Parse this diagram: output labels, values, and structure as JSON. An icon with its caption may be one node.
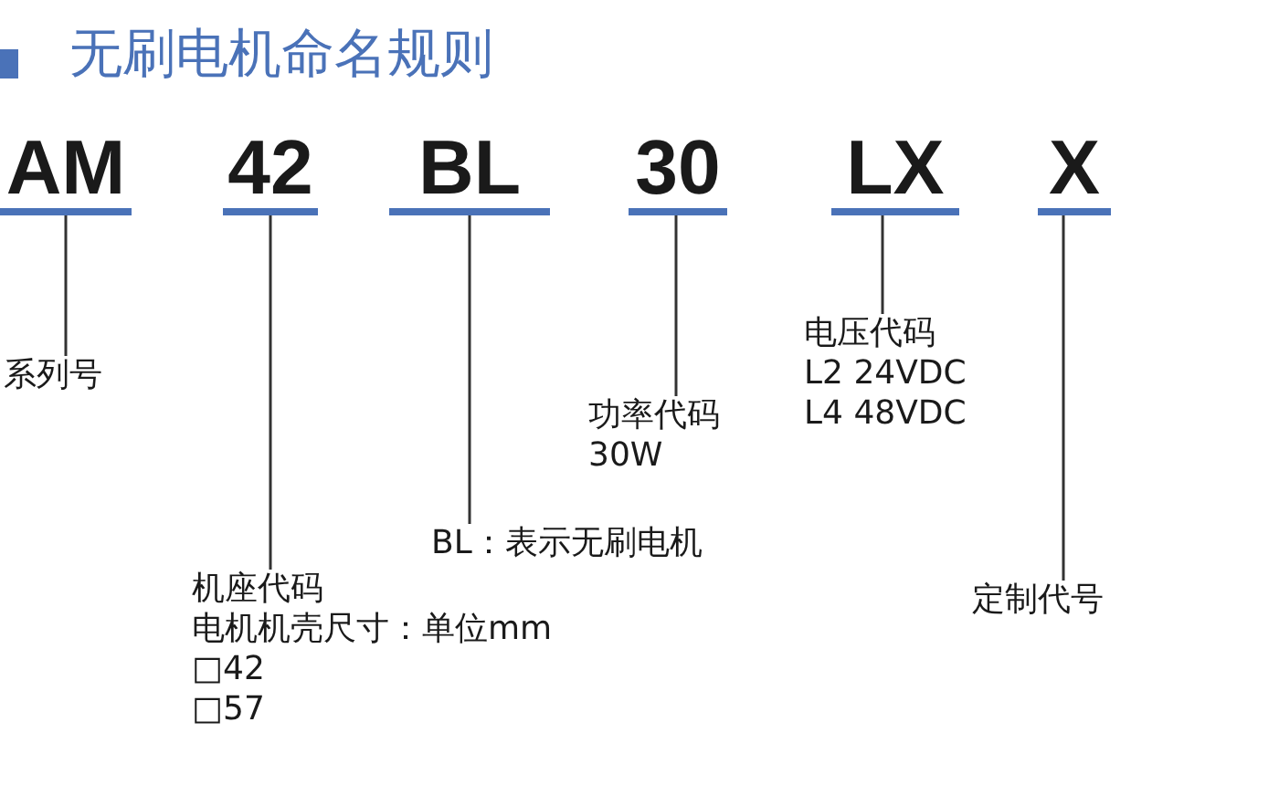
{
  "diagram": {
    "title": "无刷电机命名规则",
    "nodes": [
      {
        "text": [
          "AM"
        ]
      },
      {
        "text": [
          "42"
        ]
      },
      {
        "text": [
          "BL"
        ]
      },
      {
        "text": [
          "30"
        ]
      },
      {
        "text": [
          "LX"
        ]
      },
      {
        "text": [
          "X"
        ]
      },
      {
        "text": [
          "系列号"
        ]
      },
      {
        "text": [
          "机座代码",
          "电机机壳尺寸：单位mm",
          "□42",
          "□57"
        ]
      },
      {
        "text": [
          "BL：表示无刷电机"
        ]
      },
      {
        "text": [
          "功率代码",
          "30W"
        ]
      },
      {
        "text": [
          "电压代码",
          "L2 24VDC",
          "L4 48VDC"
        ]
      },
      {
        "text": [
          "定制代号"
        ]
      }
    ],
    "edges": [
      {
        "from": 6,
        "to": 0,
        "arrow": "none"
      },
      {
        "from": 7,
        "to": 1,
        "arrow": "none"
      },
      {
        "from": 8,
        "to": 2,
        "arrow": "none"
      },
      {
        "from": 9,
        "to": 3,
        "arrow": "none"
      },
      {
        "from": 10,
        "to": 4,
        "arrow": "none"
      },
      {
        "from": 11,
        "to": 5,
        "arrow": "none"
      }
    ]
  }
}
